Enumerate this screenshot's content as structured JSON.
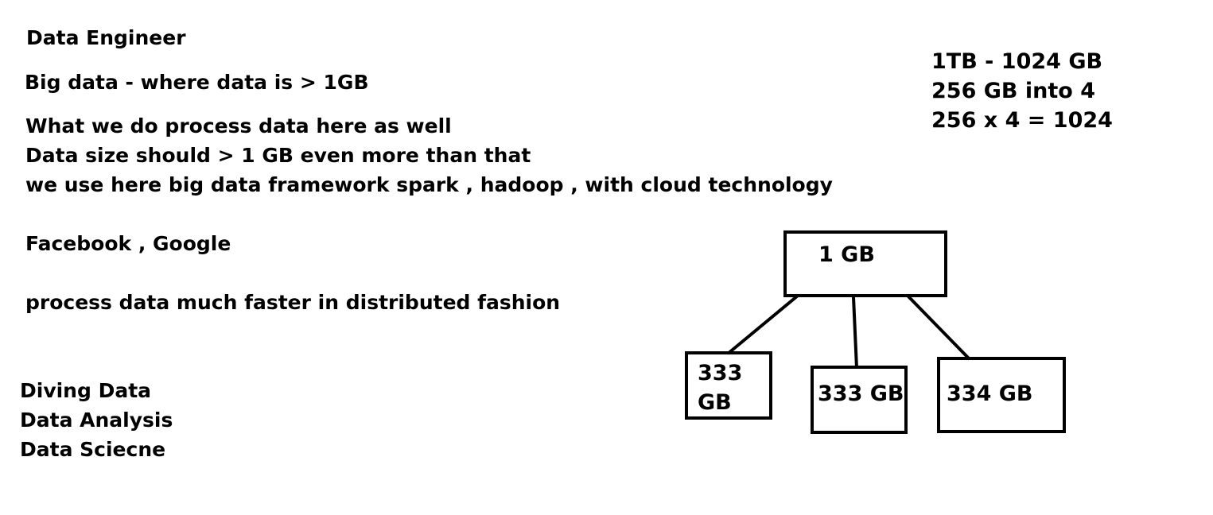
{
  "notes": {
    "heading": "Data Engineer",
    "big_data_definition": "Big data - where data is > 1GB",
    "process_lines": [
      "What we do process data here as well",
      "Data size should  > 1 GB even more than that",
      "we use here big data framework spark , hadoop , with cloud technology"
    ],
    "companies": "Facebook , Google",
    "distributed": "process  data much faster in distributed fashion",
    "topics": [
      "Diving Data",
      "Data Analysis",
      "Data Sciecne"
    ]
  },
  "calculation": [
    "1TB - 1024 GB",
    "256 GB into 4",
    "256 x 4 = 1024"
  ],
  "diagram": {
    "root": "1 GB",
    "children": [
      {
        "label_lines": [
          "333",
          "GB"
        ]
      },
      {
        "label": "333 GB"
      },
      {
        "label": "334 GB"
      }
    ]
  },
  "colors": {
    "ink": "#000000",
    "background": "#ffffff"
  }
}
